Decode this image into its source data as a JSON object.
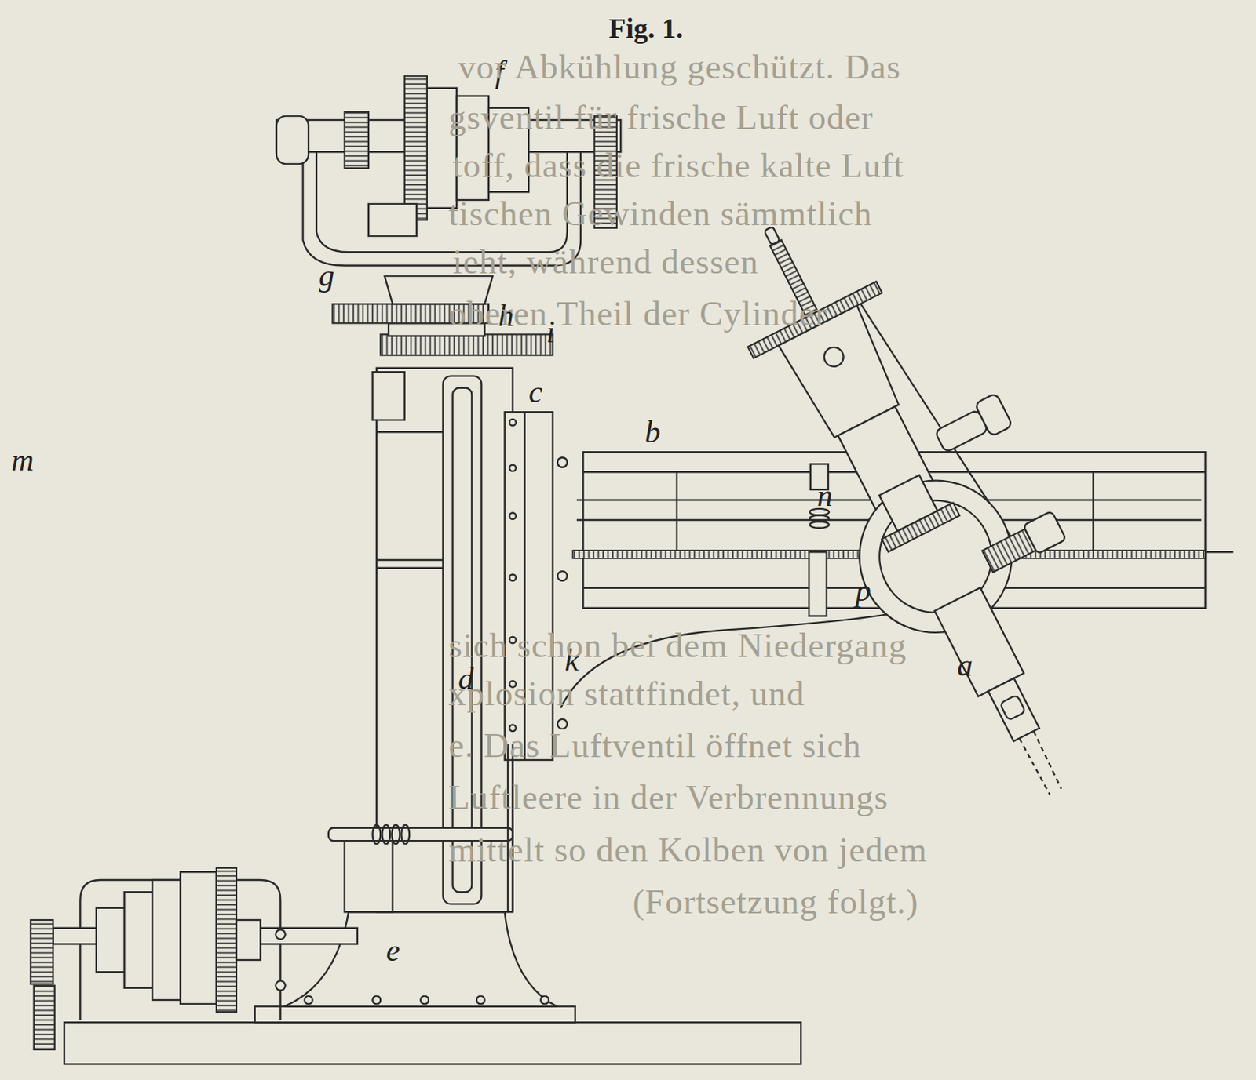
{
  "diagram": {
    "title": "Fig. 1.",
    "labels": [
      "f",
      "g",
      "h",
      "i",
      "c",
      "b",
      "n",
      "d",
      "k",
      "p",
      "a",
      "e",
      "m",
      "vor Abkühlung geschützt. Das",
      "gsventil für frische Luft oder",
      "toff, dass die frische kalte Luft",
      "tischen Gewinden sämmtlich",
      "ieht, während dessen",
      "oberen Theil der Cylinder",
      "sich schon bei dem Niedergang",
      "xplosion stattfindet, und",
      "e. Das Luftventil öffnet sich",
      "Luftleere in der Verbrennungs",
      "mittelt so den Kolben von jedem",
      "(Fortsetzung folgt.)"
    ]
  }
}
